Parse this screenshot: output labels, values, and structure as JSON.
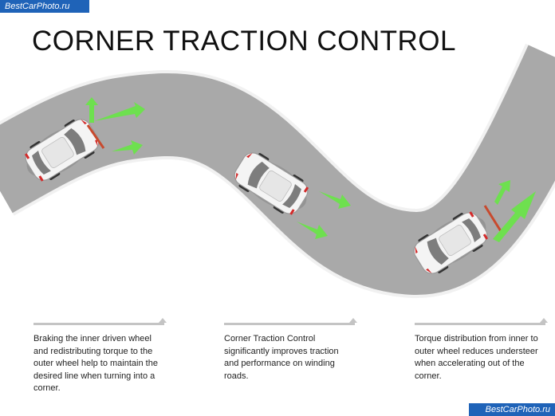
{
  "watermark": {
    "top": "BestCarPhoto.ru",
    "bottom": "BestCarPhoto.ru"
  },
  "title": "CORNER TRACTION CONTROL",
  "captions": [
    {
      "text": "Braking the inner driven wheel and redistributing torque to the outer wheel help to maintain the desired line when turning into a corner."
    },
    {
      "text": "Corner Traction Control significantly improves traction and performance on winding roads."
    },
    {
      "text": "Torque distribution from inner to outer wheel reduces understeer when accelerating out of the corner."
    }
  ],
  "colors": {
    "road": "#a9a9a9",
    "road_edge": "#f1f1f1",
    "arrow": "#6ee04f",
    "car_body": "#f4f4f4",
    "car_glass": "#7d7d7d",
    "light": "#d32a2a",
    "torque_bar": "#c84a2e"
  }
}
